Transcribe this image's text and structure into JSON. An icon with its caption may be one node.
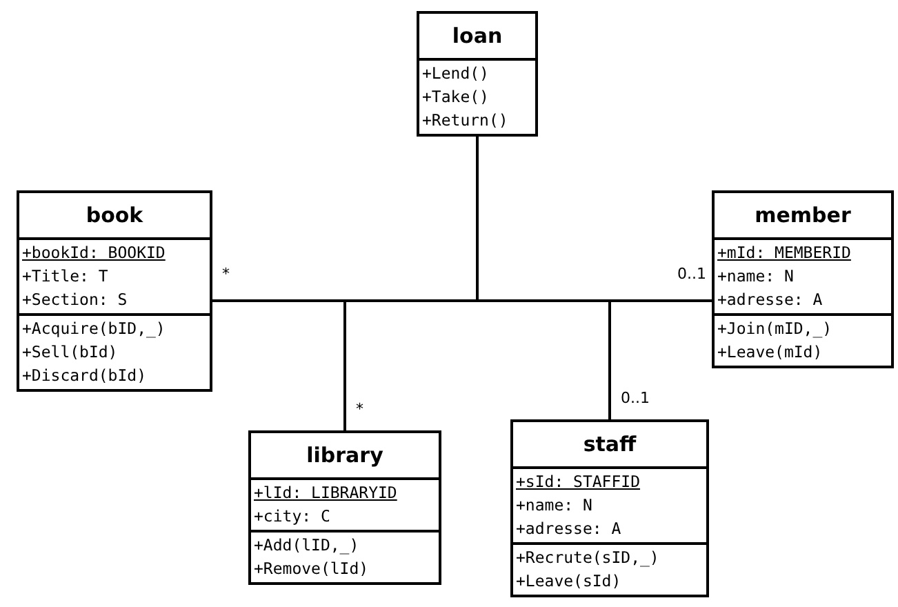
{
  "diagram": {
    "nodes": [
      {
        "text": [
          "loan"
        ]
      },
      {
        "text": [
          "+Lend()",
          "+Take()",
          "+Return()"
        ],
        "in": 0
      },
      {
        "text": [
          "book"
        ]
      },
      {
        "text": [
          "+bookId: BOOKID",
          "+Title: T",
          "+Section: S"
        ],
        "in": 2
      },
      {
        "text": [
          "+Acquire(bID,_)",
          "+Sell(bId)",
          "+Discard(bId)"
        ],
        "in": 2
      },
      {
        "text": [
          "member"
        ]
      },
      {
        "text": [
          "+mId: MEMBERID",
          "+name: N",
          "+adresse: A"
        ],
        "in": 5
      },
      {
        "text": [
          "+Join(mID,_)",
          "+Leave(mId)"
        ],
        "in": 5
      },
      {
        "text": [
          "library"
        ]
      },
      {
        "text": [
          "+lId: LIBRARYID",
          "+city: C"
        ],
        "in": 8
      },
      {
        "text": [
          "+Add(lID,_)",
          "+Remove(lId)"
        ],
        "in": 8
      },
      {
        "text": [
          "staff"
        ]
      },
      {
        "text": [
          "+sId: STAFFID",
          "+name: N",
          "+adresse: A"
        ],
        "in": 11
      },
      {
        "text": [
          "+Recrute(sID,_)",
          "+Leave(sId)"
        ],
        "in": 11
      }
    ],
    "edges": [
      {
        "from": 0,
        "to": 2,
        "arrow": "none",
        "label": "*"
      },
      {
        "from": 0,
        "to": 5,
        "arrow": "none",
        "label": "0..1"
      },
      {
        "from": 0,
        "to": 8,
        "arrow": "none",
        "label": "*"
      },
      {
        "from": 0,
        "to": 11,
        "arrow": "none",
        "label": "0..1"
      }
    ]
  }
}
